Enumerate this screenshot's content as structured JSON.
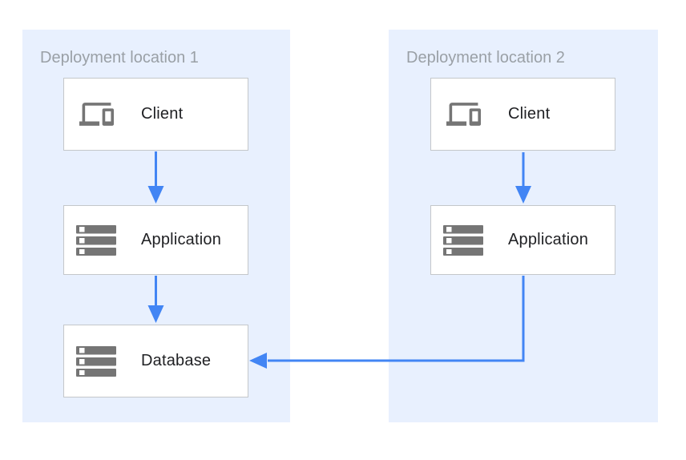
{
  "diagram": {
    "panels": [
      {
        "title": "Deployment location 1",
        "nodes": [
          {
            "id": "location1-client",
            "label": "Client",
            "icon": "devices-icon"
          },
          {
            "id": "location1-application",
            "label": "Application",
            "icon": "server-icon"
          },
          {
            "id": "location1-database",
            "label": "Database",
            "icon": "server-icon"
          }
        ]
      },
      {
        "title": "Deployment location 2",
        "nodes": [
          {
            "id": "location2-client",
            "label": "Client",
            "icon": "devices-icon"
          },
          {
            "id": "location2-application",
            "label": "Application",
            "icon": "server-icon"
          }
        ]
      }
    ],
    "connections": [
      {
        "from": "location1-client",
        "to": "location1-application",
        "shape": "straight-down"
      },
      {
        "from": "location1-application",
        "to": "location1-database",
        "shape": "straight-down"
      },
      {
        "from": "location2-client",
        "to": "location2-application",
        "shape": "straight-down"
      },
      {
        "from": "location2-application",
        "to": "location1-database",
        "shape": "elbow-down-left"
      }
    ],
    "colors": {
      "page_background": "#ffffff",
      "panel_background": "#e8f0fe",
      "node_background": "#ffffff",
      "node_border": "#c4c7ca",
      "arrow": "#4285f4",
      "icon_gray": "#757575",
      "panel_title_text": "#9aa0a6",
      "node_label_text": "#202124"
    }
  }
}
